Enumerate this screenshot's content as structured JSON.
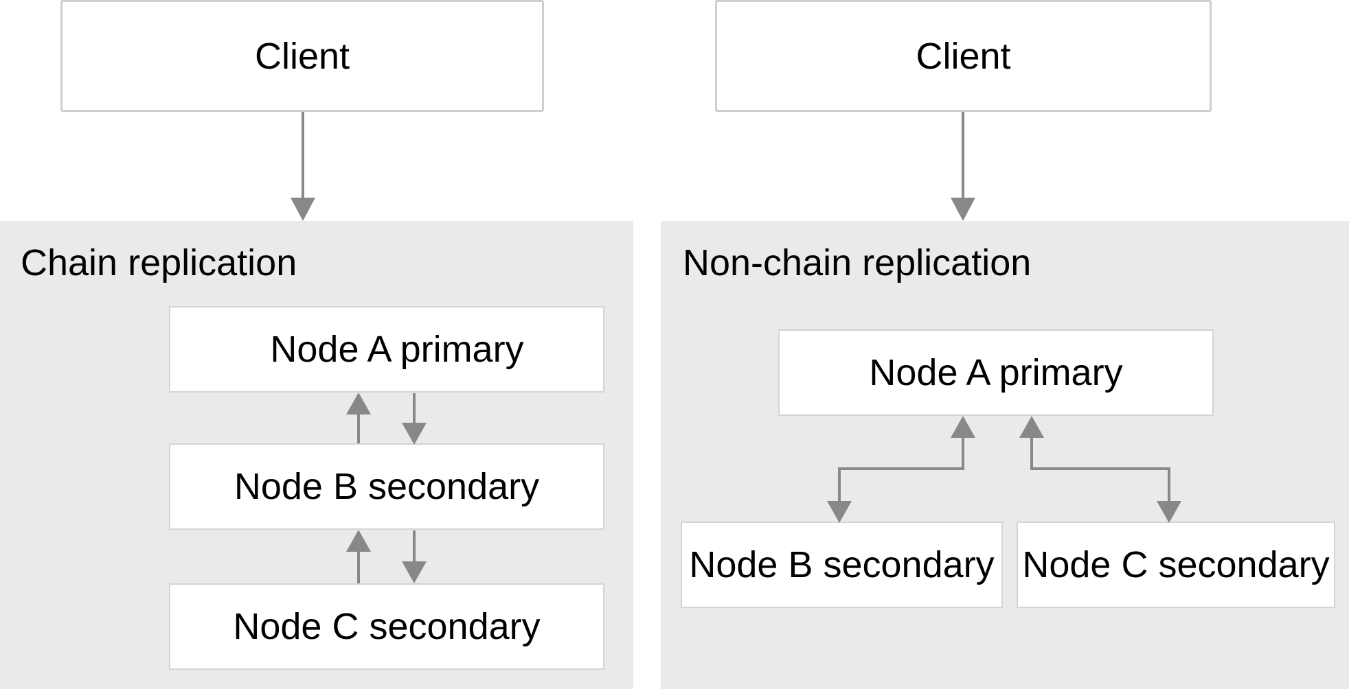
{
  "colors": {
    "panel_bg": "#e9eaec",
    "box_bg": "#ffffff",
    "box_border": "#d4d4d4",
    "arrow": "#888888",
    "text": "#000000"
  },
  "left": {
    "client": "Client",
    "title": "Chain replication",
    "node_a": "Node A primary",
    "node_b": "Node B secondary",
    "node_c": "Node C secondary"
  },
  "right": {
    "client": "Client",
    "title": "Non-chain replication",
    "node_a": "Node A primary",
    "node_b": "Node B secondary",
    "node_c": "Node C secondary"
  }
}
